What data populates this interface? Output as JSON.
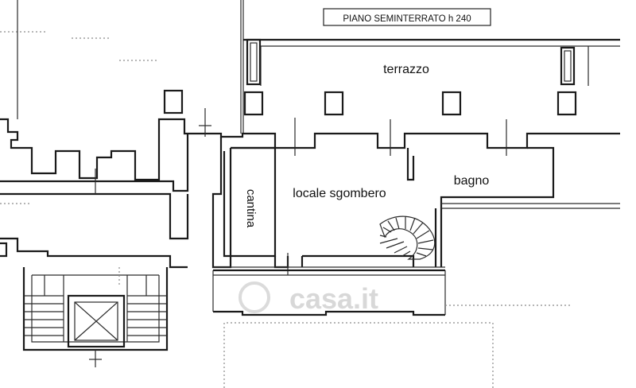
{
  "plan": {
    "title": "PIANO  SEMINTERRATO h 240",
    "rooms": {
      "terrazzo": "terrazzo",
      "cantina": "cantina",
      "locale_sgombero": "locale sgombero",
      "bagno": "bagno"
    },
    "watermark": "casa.it"
  }
}
